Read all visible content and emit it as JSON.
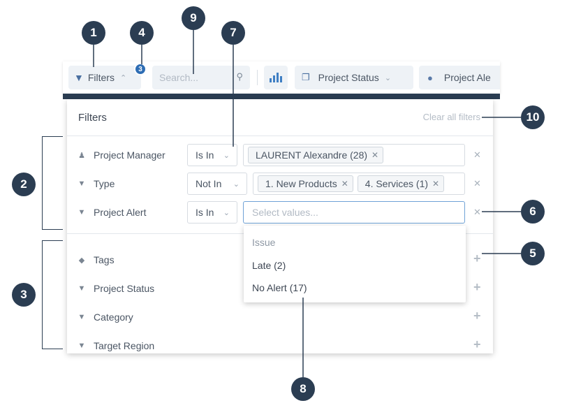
{
  "toolbar": {
    "filters_label": "Filters",
    "filters_count": "3",
    "search_placeholder": "Search...",
    "project_status_label": "Project Status",
    "project_alert_label": "Project Ale"
  },
  "panel": {
    "title": "Filters",
    "clear_all": "Clear all filters",
    "active_filters": [
      {
        "label": "Project Manager",
        "icon": "person-icon",
        "operator": "Is In",
        "values": [
          "LAURENT Alexandre (28)"
        ]
      },
      {
        "label": "Type",
        "icon": "caret-circle-icon",
        "operator": "Not In",
        "values": [
          "1. New Products",
          "4. Services (1)"
        ]
      },
      {
        "label": "Project Alert",
        "icon": "caret-circle-icon",
        "operator": "Is In",
        "placeholder": "Select values..."
      }
    ],
    "available_filters": [
      {
        "label": "Tags",
        "icon": "tag-icon"
      },
      {
        "label": "Project Status",
        "icon": "caret-circle-icon"
      },
      {
        "label": "Category",
        "icon": "caret-circle-icon"
      },
      {
        "label": "Target Region",
        "icon": "caret-circle-icon"
      }
    ]
  },
  "dropdown": {
    "group": "Issue",
    "options": [
      "Late (2)",
      "No Alert (17)"
    ]
  },
  "annotations": [
    "1",
    "2",
    "3",
    "4",
    "5",
    "6",
    "7",
    "8",
    "9",
    "10"
  ],
  "colors": {
    "callout": "#2b3d52",
    "accent": "#2e6db4",
    "active_border": "#6fa2d6"
  }
}
